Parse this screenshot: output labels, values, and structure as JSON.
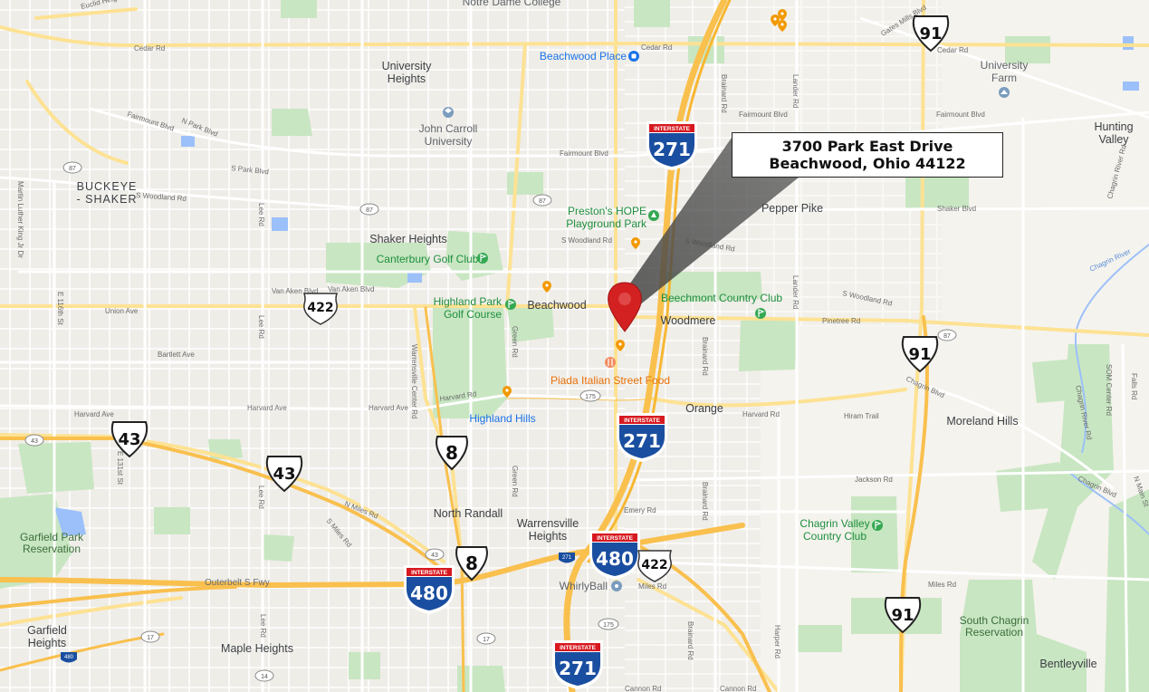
{
  "address": {
    "line1": "3700 Park East Drive",
    "line2": "Beachwood, Ohio 44122"
  },
  "places": {
    "university_heights_1": "University",
    "university_heights_2": "Heights",
    "john_carroll_1": "John Carroll",
    "john_carroll_2": "University",
    "buckeye_shaker_1": "BUCKEYE",
    "buckeye_shaker_2": "- SHAKER",
    "shaker_heights": "Shaker Heights",
    "beachwood": "Beachwood",
    "pepper_pike": "Pepper Pike",
    "woodmere": "Woodmere",
    "orange": "Orange",
    "highland_hills": "Highland Hills",
    "north_randall": "North Randall",
    "warrensville_heights_1": "Warrensville",
    "warrensville_heights_2": "Heights",
    "maple_heights": "Maple Heights",
    "garfield_heights_1": "Garfield",
    "garfield_heights_2": "Heights",
    "moreland_hills": "Moreland Hills",
    "hunting_valley_1": "Hunting",
    "hunting_valley_2": "Valley",
    "university_farm_1": "University",
    "university_farm_2": "Farm",
    "bentleyville": "Bentleyville",
    "notre_dame": "Notre Dame College"
  },
  "pois": {
    "beachwood_place": "Beachwood Place",
    "prestons_hope_1": "Preston's HOPE",
    "prestons_hope_2": "Playground Park",
    "canterbury": "Canterbury Golf Club",
    "highland_park_1": "Highland Park",
    "highland_park_2": "Golf Course",
    "beechmont": "Beechmont Country Club",
    "piada": "Piada Italian Street Food",
    "chagrin_valley_1": "Chagrin Valley",
    "chagrin_valley_2": "Country Club",
    "garfield_park_1": "Garfield Park",
    "garfield_park_2": "Reservation",
    "south_chagrin_1": "South Chagrin",
    "south_chagrin_2": "Reservation",
    "whirlyball": "WhirlyBall"
  },
  "roads": {
    "cedar_rd_w": "Cedar Rd",
    "cedar_rd_e": "Cedar Rd",
    "cedar_rd_mid": "Cedar Rd",
    "euclid_heights": "Euclid Heights Blvd",
    "fairmount_w": "Fairmount Blvd",
    "fairmount_mid": "Fairmount Blvd",
    "fairmount_e": "Fairmount Blvd",
    "fairmount_e2": "Fairmount Blvd",
    "n_park": "N Park Blvd",
    "s_park": "S Park Blvd",
    "s_woodland_w": "S Woodland Rd",
    "s_woodland_mid": "S Woodland Rd",
    "s_woodland_e": "S Woodland Rd",
    "s_woodland_far": "S Woodland Rd",
    "shaker_blvd": "Shaker Blvd",
    "van_aken_1": "Van Aken Blvd",
    "van_aken_2": "Van Aken Blvd",
    "union_ave": "Union Ave",
    "bartlett_ave": "Bartlett Ave",
    "harvard_ave_w": "Harvard Ave",
    "harvard_ave_mid": "Harvard Ave",
    "harvard_rd_w": "Harvard Rd",
    "harvard_rd_e": "Harvard Rd",
    "pinetree_rd": "Pinetree Rd",
    "hiram_trail": "Hiram Trail",
    "jackson_rd": "Jackson Rd",
    "emery_rd": "Emery Rd",
    "miles_rd": "Miles Rd",
    "miles_rd_e": "Miles Rd",
    "n_miles_rd": "N Miles Rd",
    "s_miles_rd": "S Miles Rd",
    "outerbelt": "Outerbelt S Fwy",
    "cannon_rd": "Cannon Rd",
    "chagrin_blvd": "Chagrin Blvd",
    "chagrin_river_rd": "Chagrin River Rd",
    "chagrin_river": "Chagrin River",
    "gates_mills": "Gates Mills Blvd",
    "brainard_rd": "Brainard Rd",
    "lander_rd": "Lander Rd",
    "harper_rd": "Harper Rd",
    "green_rd": "Green Rd",
    "warrensville_center": "Warrensville Center Rd",
    "lee_rd": "Lee Rd",
    "e_116th": "E 116th St",
    "e_131st": "E 131st St",
    "mlk": "Martin Luther King Jr Dr",
    "som_center": "SOM Center Rd",
    "falls_rd": "Falls Rd",
    "n_main": "N Main St"
  },
  "shields": {
    "i271": "271",
    "i480": "480",
    "interstate": "INTERSTATE",
    "us422": "422",
    "sr43": "43",
    "sr8": "8",
    "sr91": "91",
    "sm87": "87",
    "sm175": "175",
    "sm17": "17",
    "sm14": "14",
    "sm43": "43",
    "sm480": "480",
    "sm271": "271"
  },
  "colors": {
    "land": "#f5f3ee",
    "street": "#ffffff",
    "arterial": "#fde293",
    "highway": "#f9c04e",
    "park": "#c8e6c2",
    "water": "#9cc0f9",
    "interstate_blue": "#1a4ea0",
    "interstate_red": "#d71920",
    "pin": "#d32121",
    "poi_orange": "#f29900",
    "poi_green": "#34a853",
    "poi_blue": "#1a73e8"
  }
}
